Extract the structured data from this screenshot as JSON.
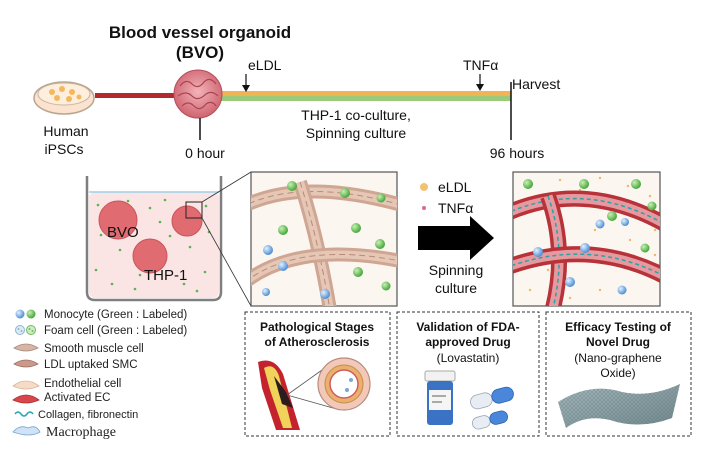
{
  "title": {
    "line1": "Blood vessel organoid",
    "line2": "(BVO)"
  },
  "timeline": {
    "source_line1": "Human",
    "source_line2": "iPSCs",
    "start": "0 hour",
    "elDL": "eLDL",
    "tnf": "TNFα",
    "harvest": "Harvest",
    "culture_line1": "THP-1 co-culture,",
    "culture_line2": "Spinning culture",
    "end": "96 hours",
    "colors": {
      "red": "#b22a2f",
      "green": "#9bcb7a",
      "orange": "#f1b455"
    }
  },
  "well": {
    "bvo": "BVO",
    "thp": "THP-1"
  },
  "treatment": {
    "eldl": "eLDL",
    "tnf": "TNFα",
    "arrow_line1": "Spinning",
    "arrow_line2": "culture"
  },
  "legend": [
    {
      "label": "Monocyte (Green : Labeled)",
      "icon": "monocyte-icon"
    },
    {
      "label": "Foam cell (Green : Labeled)",
      "icon": "foam-cell-icon"
    },
    {
      "label": "Smooth muscle cell",
      "icon": "smooth-muscle-cell-icon"
    },
    {
      "label": "LDL uptaked SMC",
      "icon": "ldl-smc-icon"
    },
    {
      "label": "Endothelial cell",
      "icon": "endothelial-cell-icon"
    },
    {
      "label": "Activated EC",
      "icon": "activated-ec-icon"
    },
    {
      "label": "Collagen, fibronectin",
      "icon": "collagen-icon"
    },
    {
      "label": "Macrophage",
      "icon": "macrophage-icon"
    }
  ],
  "panels": [
    {
      "title1": "Pathological Stages",
      "title2": "of Atherosclerosis",
      "sub1": "",
      "sub2": ""
    },
    {
      "title1": "Validation of FDA-",
      "title2": "approved Drug",
      "sub1": "(Lovastatin)",
      "sub2": ""
    },
    {
      "title1": "Efficacy Testing of",
      "title2": "Novel Drug",
      "sub1": "(Nano-graphene",
      "sub2": "Oxide)"
    }
  ]
}
